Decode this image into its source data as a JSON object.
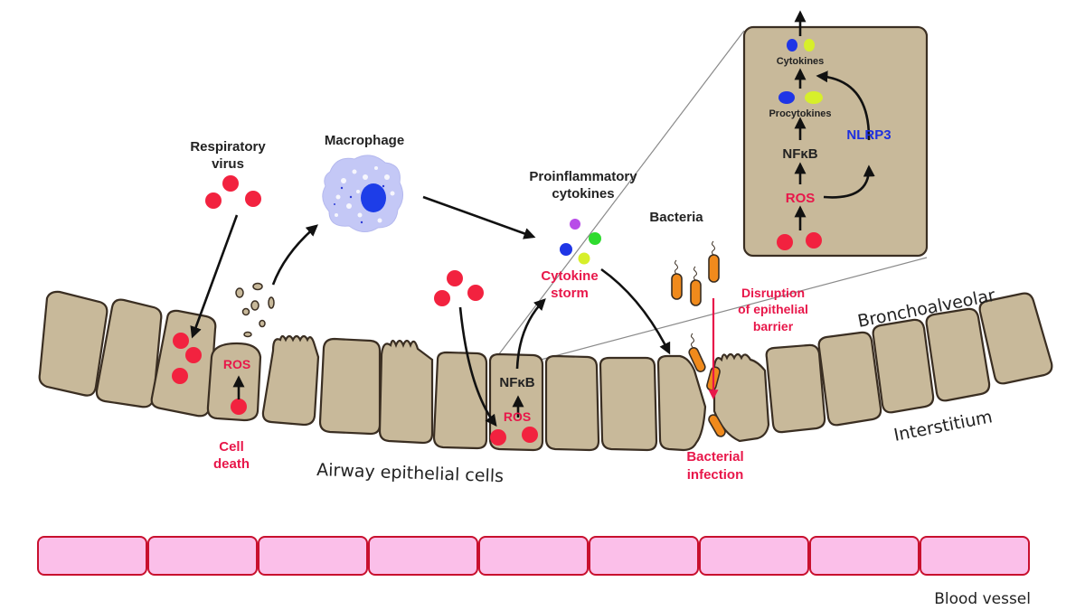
{
  "labels": {
    "respiratory_virus": [
      "Respiratory",
      "virus"
    ],
    "macrophage": "Macrophage",
    "proinflammatory_cytokines": [
      "Proinflammatory",
      "cytokines"
    ],
    "bacteria": "Bacteria",
    "cytokine_storm": [
      "Cytokine",
      "storm"
    ],
    "disruption": [
      "Disruption",
      "of epithelial",
      "barrier"
    ],
    "bronchoalveolar": "Bronchoalveolar",
    "interstitium": "Interstitium",
    "cell_death": [
      "Cell",
      "death"
    ],
    "airway_epithelial_cells": "Airway epithelial cells",
    "bacterial_infection": [
      "Bacterial",
      "infection"
    ],
    "blood_vessel": "Blood vessel",
    "ros": "ROS",
    "nfkb": "NFκB"
  },
  "inset": {
    "cytokines": "Cytokines",
    "procytokines": "Procytokines",
    "nfkb": "NFκB",
    "ros": "ROS",
    "nlrp3": "NLRP3"
  },
  "colors": {
    "cell_fill": "#c8b99a",
    "virus": "#f2223f",
    "bacteria": "#f08a1c",
    "blood_vessel": "#fbbfe9",
    "label_red": "#e8174a",
    "label_blue": "#1d2fe0",
    "cytokine_purple": "#b84ce8",
    "cytokine_blue": "#1f35e6",
    "cytokine_green": "#2fdb2f",
    "cytokine_yellow": "#d7ef2a"
  }
}
